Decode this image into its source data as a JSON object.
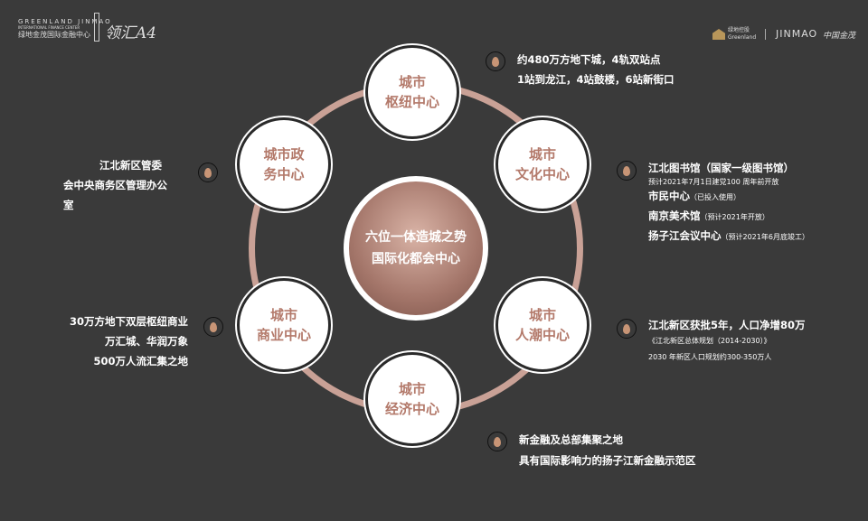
{
  "header": {
    "logo_left_en": "GREENLAND JINMAO",
    "logo_left_sub": "INTERNATIONAL FINANCE CENTER",
    "logo_left_cn": "绿地金茂国际金融中心",
    "logo_left_brand": "领汇A4",
    "logo_right_greenland": "绿地控股",
    "logo_right_greenland_en": "Greenland",
    "logo_right_jinmao": "JINMAO",
    "logo_right_cn": "中国金茂"
  },
  "center": {
    "line1": "六位一体造城之势",
    "line2": "国际化都会中心"
  },
  "nodes": [
    {
      "l1": "城市",
      "l2": "枢纽中心"
    },
    {
      "l1": "城市",
      "l2": "文化中心"
    },
    {
      "l1": "城市",
      "l2": "人潮中心"
    },
    {
      "l1": "城市",
      "l2": "经济中心"
    },
    {
      "l1": "城市",
      "l2": "商业中心"
    },
    {
      "l1": "城市政",
      "l2": "务中心"
    }
  ],
  "notes": {
    "hub": [
      "约480万方地下城，4轨双站点",
      "1站到龙江，4站鼓楼，6站新街口"
    ],
    "culture": {
      "l1": "江北图书馆（国家一级图书馆）",
      "l1_sub": "预计2021年7月1日建党100 周年前开放",
      "l2": "市民中心",
      "l2_sub": "（已投入使用）",
      "l3": "南京美术馆",
      "l3_sub": "（预计2021年开放）",
      "l4": "扬子江会议中心",
      "l4_sub": "（预计2021年6月底竣工）"
    },
    "people": {
      "l1": "江北新区获批5年，人口净增80万",
      "l2": "《江北新区总体规划（2014-2030）》",
      "l3": "2030 年新区人口规划约300-350万人"
    },
    "economy": [
      "新金融及总部集聚之地",
      "具有国际影响力的扬子江新金融示范区"
    ],
    "commerce": [
      "30万方地下双层枢纽商业",
      "万汇城、华润万象",
      "500万人流汇集之地"
    ],
    "gov": [
      "江北新区管委",
      "会中央商务区管理办公",
      "室"
    ]
  }
}
